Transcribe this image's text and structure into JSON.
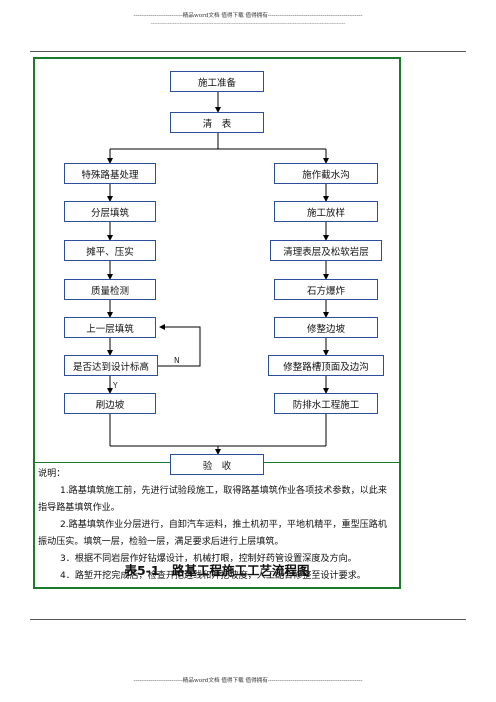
{
  "header": {
    "text": "--------------------------精品word文档  值得下载  值得拥有--------------------------------------------------",
    "rule_text": "-------------------------------------------------------------------------------------------------------------------"
  },
  "flow": {
    "start": "施工准备",
    "clear": "清　表",
    "left": [
      "特殊路基处理",
      "分层填筑",
      "摊平、压实",
      "质量检测",
      "上一层填筑",
      "是否达到设计标高",
      "刷边坡"
    ],
    "right": [
      "施作截水沟",
      "施工放样",
      "清理表层及松软岩层",
      "石方爆炸",
      "修整边坡",
      "修整路槽顶面及边沟",
      "防排水工程施工"
    ],
    "end": "验　收",
    "no_label": "N",
    "yes_label": "Y"
  },
  "notes": {
    "title": "说明：",
    "items": [
      "1.路基填筑施工前，先进行试验段施工，取得路基填筑作业各项技术参数，以此来指导路基填筑作业。",
      "2.路基填筑作业分层进行，自卸汽车运料，推土机初平，平地机精平，重型压路机振动压实。填筑一层，检验一层，满足要求后进行上层填筑。",
      "3．根据不同岩层作好钻爆设计，机械打眼，控制好药管设置深度及方向。",
      "4．路堑开挖完成后，检查开挖边线和开挖坡度，人工配合修整至设计要求。"
    ]
  },
  "caption": "表5-1　路基工程施工工艺流程图",
  "footer": {
    "text": "--------------------------精品word文档  值得下载  值得拥有--------------------------------------------------"
  },
  "colors": {
    "frame": "#1b7a2c",
    "box_border": "#2b4f9a",
    "arrow": "#000000"
  }
}
